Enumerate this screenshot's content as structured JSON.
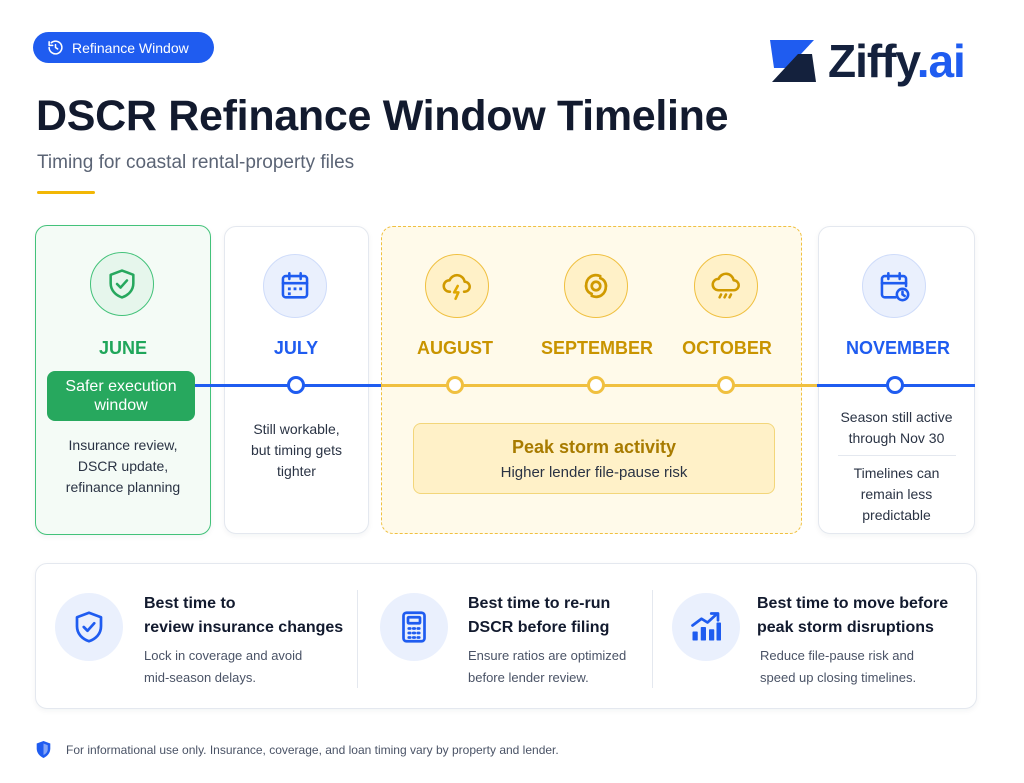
{
  "badge": {
    "label": "Refinance Window",
    "icon": "history-clock-icon"
  },
  "logo": {
    "name": "Ziffy",
    "suffix": ".ai",
    "colors": {
      "mark": "#1f5cf0",
      "text": "#14213d"
    }
  },
  "header": {
    "title": "DSCR Refinance Window Timeline",
    "subtitle": "Timing for coastal rental-property files"
  },
  "colors": {
    "safe": "#27a85e",
    "primary": "#1f5cf0",
    "storm": "#f0c040",
    "storm_text": "#c99400"
  },
  "months": {
    "june": {
      "label": "JUNE",
      "icon": "shield-check-icon",
      "badge": "Safer execution window",
      "desc_lines": [
        "Insurance review,",
        "DSCR update,",
        "refinance planning"
      ]
    },
    "july": {
      "label": "JULY",
      "icon": "calendar-icon",
      "desc_lines": [
        "Still workable,",
        "but timing gets",
        "tighter"
      ]
    },
    "august": {
      "label": "AUGUST",
      "icon": "storm-cloud-icon"
    },
    "september": {
      "label": "SEPTEMBER",
      "icon": "hurricane-icon"
    },
    "october": {
      "label": "OCTOBER",
      "icon": "rain-cloud-icon"
    },
    "november": {
      "label": "NOVEMBER",
      "icon": "calendar-clock-icon",
      "desc_lines": [
        "Season still active",
        "through Nov 30"
      ],
      "desc2_lines": [
        "Timelines can",
        "remain less",
        "predictable"
      ]
    }
  },
  "storm": {
    "title": "Peak storm activity",
    "subtitle": "Higher lender file-pause risk"
  },
  "tips": [
    {
      "icon": "shield-check-icon",
      "title_lines": [
        "Best time to",
        "review insurance changes"
      ],
      "text_lines": [
        "Lock in coverage and avoid",
        "mid-season delays."
      ]
    },
    {
      "icon": "calculator-icon",
      "title_lines": [
        "Best time to re-run",
        "DSCR before filing"
      ],
      "text_lines": [
        "Ensure ratios are optimized",
        "before lender review."
      ]
    },
    {
      "icon": "trending-up-chart-icon",
      "title_lines": [
        "Best time to move before",
        "peak storm disruptions"
      ],
      "text_lines": [
        "Reduce file-pause risk and",
        "speed up closing timelines."
      ]
    }
  ],
  "footer": {
    "icon": "shield-icon",
    "text": "For informational use only. Insurance, coverage, and loan timing vary by property and lender."
  }
}
